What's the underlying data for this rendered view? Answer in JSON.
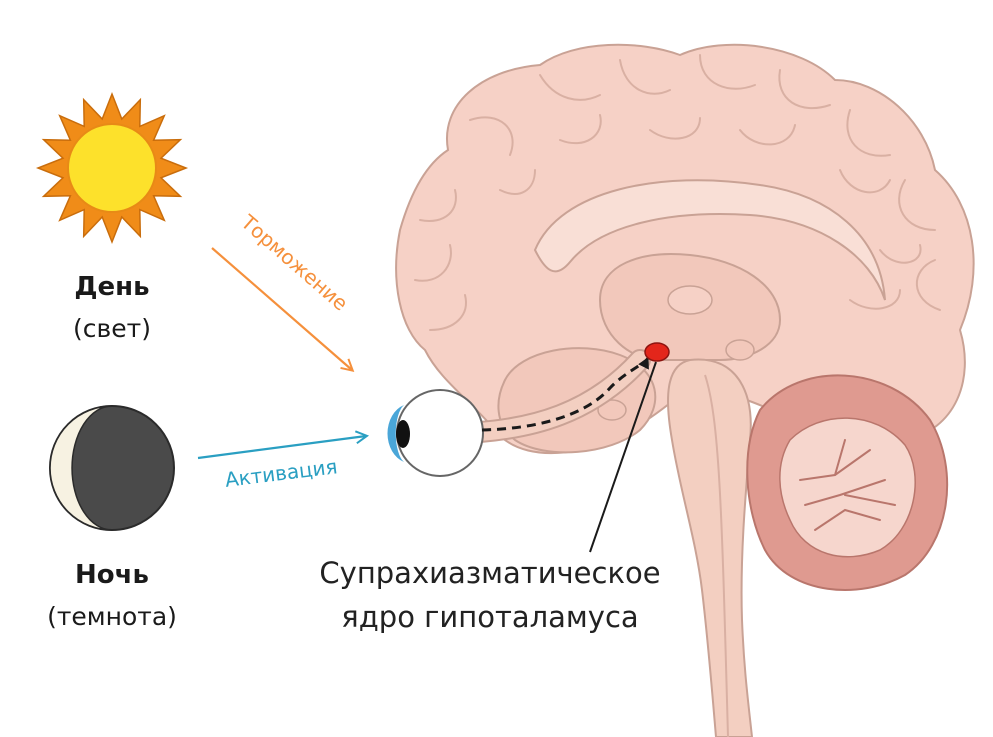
{
  "day": {
    "title": "День",
    "subtitle": "(свет)"
  },
  "night": {
    "title": "Ночь",
    "subtitle": "(темнота)"
  },
  "arrows": {
    "inhibition": {
      "label": "Торможение",
      "color": "#f5903c"
    },
    "activation": {
      "label": "Активация",
      "color": "#2a9fc2"
    }
  },
  "callout": {
    "line1": "Супрахиазматическое",
    "line2": "ядро гипоталамуса"
  },
  "colors": {
    "brain": "#f6d1c6",
    "brain_dark": "#ecbcae",
    "outline": "#c9a295",
    "cerebellum": "#df9a90",
    "nucleus": "#e3261b",
    "sun_core": "#fde12b",
    "sun_rays": "#f08c18",
    "moon_dark": "#4a4a4a",
    "moon_light": "#f7f2e2"
  }
}
